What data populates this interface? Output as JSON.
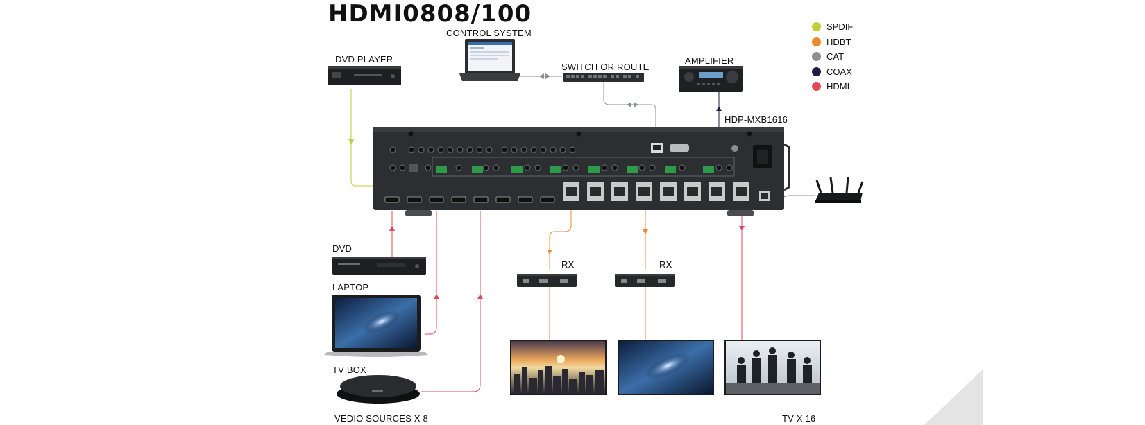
{
  "title": "HDMI0808/100",
  "labels": {
    "control_system": "CONTROL SYSTEM",
    "dvd_player": "DVD PLAYER",
    "switch": "SWITCH OR ROUTE",
    "amplifier": "AMPLIFIER",
    "matrix": "HDP-MXB1616",
    "dvd": "DVD",
    "laptop": "LAPTOP",
    "tv_box": "TV BOX",
    "sources": "VEDIO SOURCES X 8",
    "rx1": "RX",
    "rx2": "RX",
    "tv": "TV X 16"
  },
  "legend": [
    {
      "label": "SPDIF",
      "color": "#c3cc3a"
    },
    {
      "label": "HDBT",
      "color": "#ee8a2c"
    },
    {
      "label": "CAT",
      "color": "#8a9196"
    },
    {
      "label": "COAX",
      "color": "#1c1f3d"
    },
    {
      "label": "HDMI",
      "color": "#e2485a"
    }
  ],
  "icons": [
    "laptop-icon",
    "dvd-player-icon",
    "network-switch-icon",
    "amplifier-icon",
    "matrix-switcher-icon",
    "router-icon",
    "receiver-icon",
    "tv-screen-icon",
    "tv-box-icon"
  ]
}
